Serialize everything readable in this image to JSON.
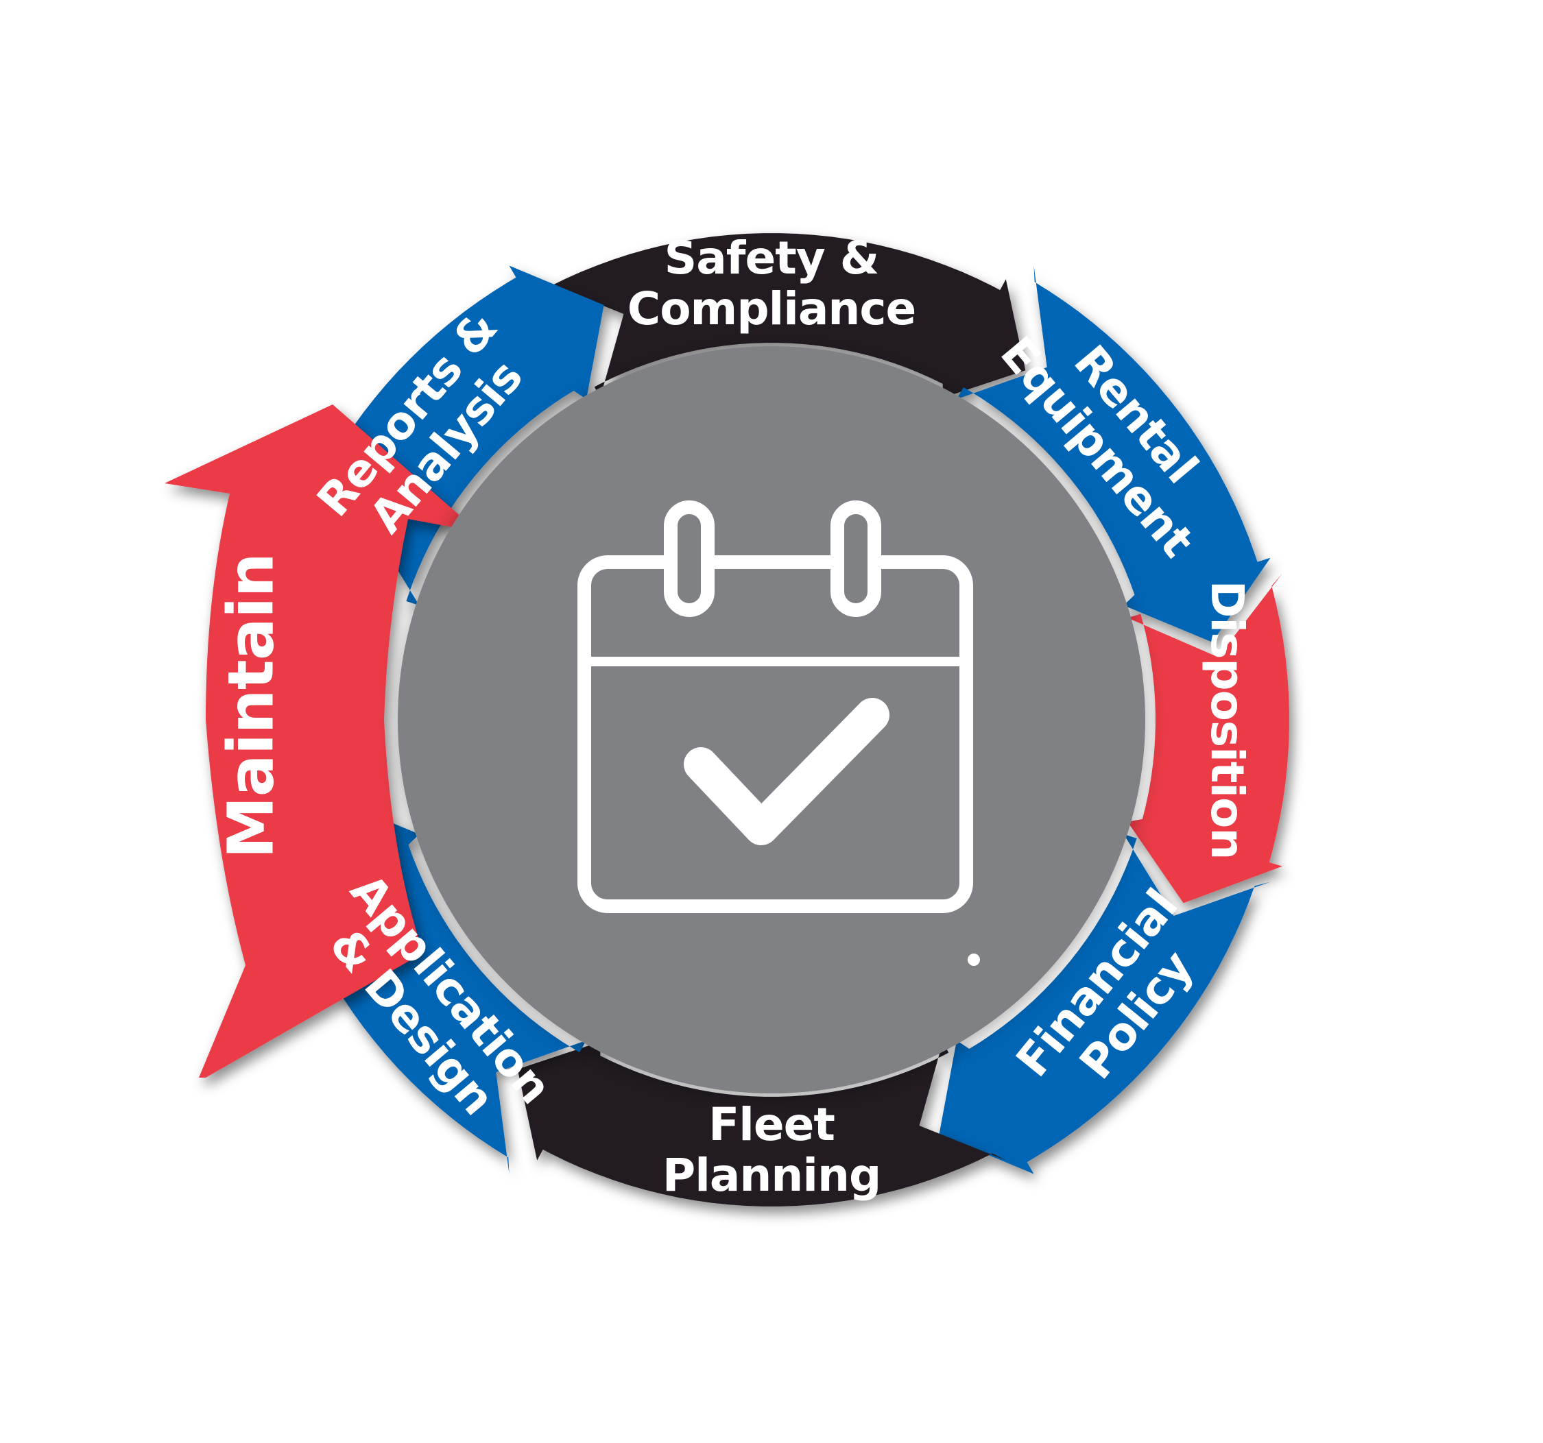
{
  "diagram": {
    "center_icon": "calendar-check-icon",
    "colors": {
      "blue": "#0565b5",
      "red": "#ea3a47",
      "black": "#231f20",
      "hub": "#808184",
      "white": "#ffffff"
    },
    "segments": [
      {
        "id": "safety-compliance",
        "lines": [
          "Safety &",
          "Compliance"
        ],
        "color": "black"
      },
      {
        "id": "rental-equipment",
        "lines": [
          "Rental",
          "Equipment"
        ],
        "color": "blue"
      },
      {
        "id": "disposition",
        "lines": [
          "Disposition"
        ],
        "color": "red"
      },
      {
        "id": "financial-policy",
        "lines": [
          "Financial",
          "Policy"
        ],
        "color": "blue"
      },
      {
        "id": "fleet-planning",
        "lines": [
          "Fleet",
          "Planning"
        ],
        "color": "black"
      },
      {
        "id": "application-design",
        "lines": [
          "Application",
          "& Design"
        ],
        "color": "blue"
      },
      {
        "id": "maintain",
        "lines": [
          "Maintain"
        ],
        "color": "red"
      },
      {
        "id": "reports-analysis",
        "lines": [
          "Reports &",
          "Analysis"
        ],
        "color": "blue"
      }
    ]
  }
}
